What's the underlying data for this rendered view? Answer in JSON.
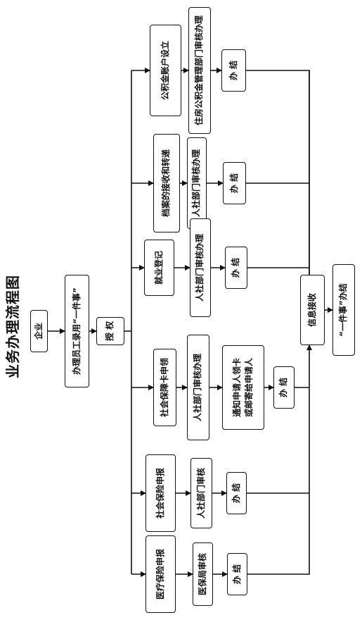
{
  "title": "业务办理流程图",
  "main_chain": {
    "enterprise": "企业",
    "staff": "办理员工录用“一件事”",
    "authorize": "授  权"
  },
  "branches": [
    {
      "id": "housing-fund",
      "step1": "公积金账户设立",
      "step2": "住房公积金管理部门审核办理",
      "done": "办  结"
    },
    {
      "id": "archives",
      "step1": "档案的接收和转递",
      "step2": "人社部门审核办理",
      "done": "办  结"
    },
    {
      "id": "employment",
      "step1": "就业登记",
      "step2": "人社部门审核办理",
      "done": "办  结"
    },
    {
      "id": "social-card",
      "step1": "社会保障卡申领",
      "step2": "人社部门审核办理",
      "step3": "通知申请人领卡\n或邮寄给申请人",
      "done": "办  结"
    },
    {
      "id": "social-insurance",
      "step1": "社会保险申报",
      "step2": "人社部门审核",
      "done": "办  结"
    },
    {
      "id": "medical-insurance",
      "step1": "医疗保险申报",
      "step2": "医保局审核",
      "done": "办  结"
    }
  ],
  "final": {
    "info": "信息接收",
    "complete": "“一件事”办结"
  }
}
